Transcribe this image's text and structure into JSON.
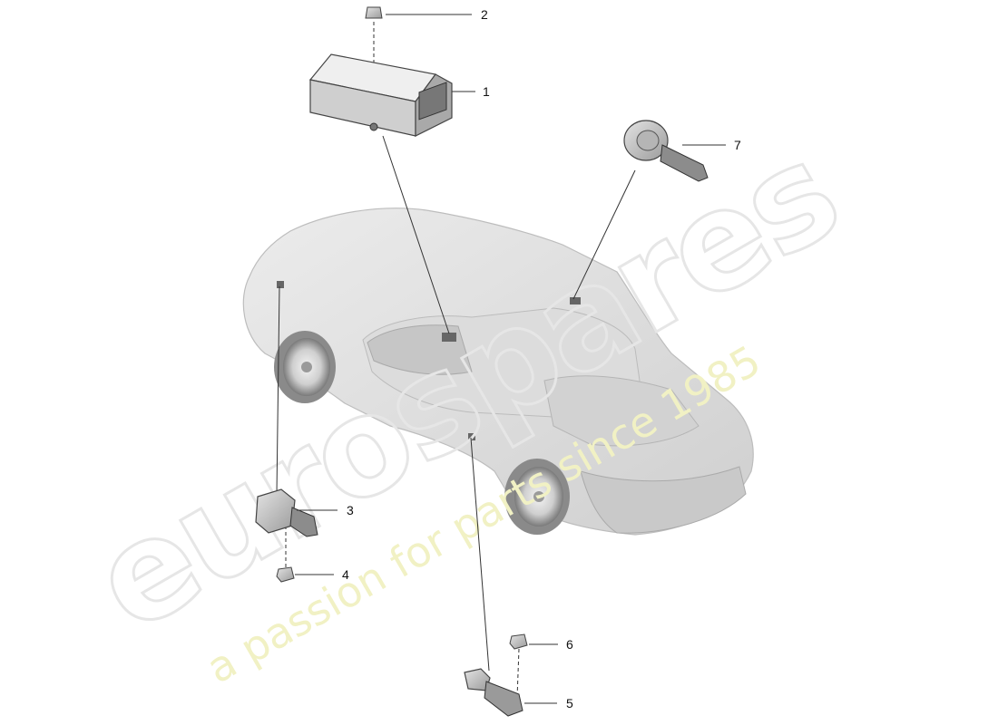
{
  "watermark": {
    "brand": "eurospares",
    "tagline": "a passion for parts since 1985"
  },
  "callouts": [
    {
      "number": "1",
      "part": "control-unit"
    },
    {
      "number": "2",
      "part": "nut"
    },
    {
      "number": "3",
      "part": "front-sensor"
    },
    {
      "number": "4",
      "part": "nut"
    },
    {
      "number": "5",
      "part": "side-sensor"
    },
    {
      "number": "6",
      "part": "nut"
    },
    {
      "number": "7",
      "part": "steering-clock-spring"
    }
  ]
}
